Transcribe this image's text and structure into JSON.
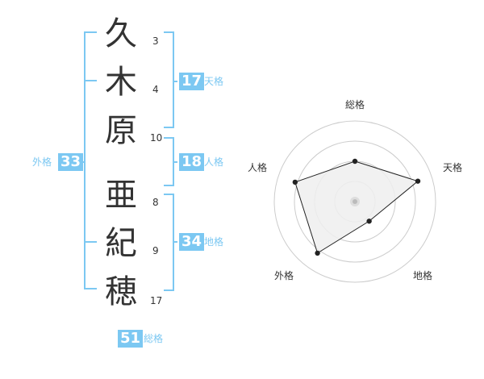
{
  "characters": [
    {
      "char": "久",
      "strokes": "3"
    },
    {
      "char": "木",
      "strokes": "4"
    },
    {
      "char": "原",
      "strokes": "10"
    },
    {
      "char": "亜",
      "strokes": "8"
    },
    {
      "char": "紀",
      "strokes": "9"
    },
    {
      "char": "穂",
      "strokes": "17"
    }
  ],
  "fortunes": {
    "tenkaku": {
      "value": "17",
      "label": "天格"
    },
    "jinkaku": {
      "value": "18",
      "label": "人格"
    },
    "chikaku": {
      "value": "34",
      "label": "地格"
    },
    "gaikaku": {
      "value": "33",
      "label": "外格"
    },
    "soukaku": {
      "value": "51",
      "label": "総格"
    }
  },
  "chart_data": {
    "type": "radar",
    "axes": [
      "総格",
      "天格",
      "地格",
      "外格",
      "人格"
    ],
    "values": [
      0.5,
      0.82,
      0.3,
      0.79,
      0.78
    ],
    "range": [
      0,
      1
    ],
    "rings": 4,
    "colors": {
      "line": "#222222",
      "fill": "#eeeeee",
      "ring": "#cccccc",
      "center": "#bbbbbb",
      "accent": "#7cc8f2"
    }
  }
}
